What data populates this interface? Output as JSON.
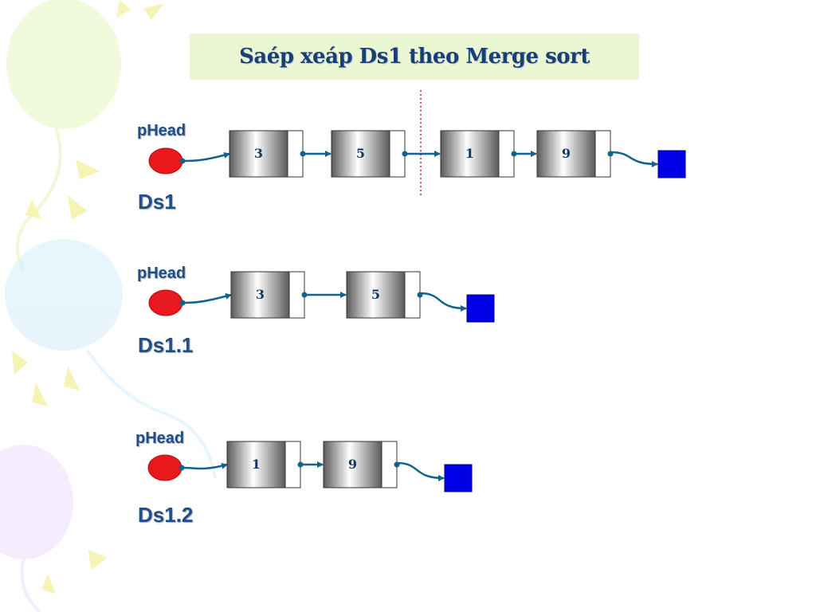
{
  "title": "Saép xeáp Ds1 theo Merge sort",
  "lists": [
    {
      "pointer_label": "pHead",
      "name": "Ds1",
      "values": [
        "3",
        "5",
        "1",
        "9"
      ],
      "split_after_index": 1
    },
    {
      "pointer_label": "pHead",
      "name": "Ds1.1",
      "values": [
        "3",
        "5"
      ]
    },
    {
      "pointer_label": "pHead",
      "name": "Ds1.2",
      "values": [
        "1",
        "9"
      ]
    }
  ],
  "colors": {
    "head_node": "#e8181c",
    "null_node": "#0000e6",
    "arrow": "#12628c",
    "split_line": "#d02020",
    "title_bg": "#eaf7d2",
    "label": "#1f4e8c"
  }
}
